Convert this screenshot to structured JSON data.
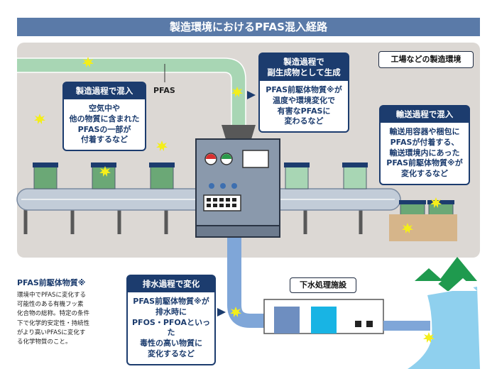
{
  "title": "製造環境におけるPFAS混入経路",
  "environment_label": "工場などの製造環境",
  "pfas_label": "PFAS",
  "callouts": {
    "manufacturing_mix": {
      "title": "製造過程で混入",
      "body": "空気中や\n他の物質に含まれた\nPFASの一部が\n付着するなど"
    },
    "byproduct": {
      "title": "製造過程で\n副生成物として生成",
      "body": "PFAS前駆体物質※が\n温度や環境変化で\n有害なPFASに\n変わるなど"
    },
    "transport": {
      "title": "輸送過程で混入",
      "body": "輸送用容器や梱包に\nPFASが付着する、\n輸送環境内にあった\nPFAS前駆体物質※が\n変化するなど"
    },
    "drainage": {
      "title": "排水過程で変化",
      "body": "PFAS前駆体物質※が\n排水時に\nPFOS・PFOAといった\n毒性の高い物質に\n変化するなど"
    }
  },
  "sewage_label": "下水処理施設",
  "note": {
    "title": "PFAS前駆体物質※",
    "body": "環境中でPFASに変化する\n可能性のある有機フッ素\n化合物の総称。特定の条件\n下で化学的安定性・持続性\nがより高いPFASに変化す\nる化学物質のこと。"
  },
  "colors": {
    "title_bg": "#5a7aa8",
    "callout_navy": "#1c3c6e",
    "pipe_green": "#a8d6b4",
    "pipe_blue": "#7fa6d8",
    "spark": "#f4ee1a",
    "machine": "#8a99ac",
    "river": "#8fd0ee",
    "mountain": "#1f9a4e",
    "box": "#d6b58a"
  }
}
